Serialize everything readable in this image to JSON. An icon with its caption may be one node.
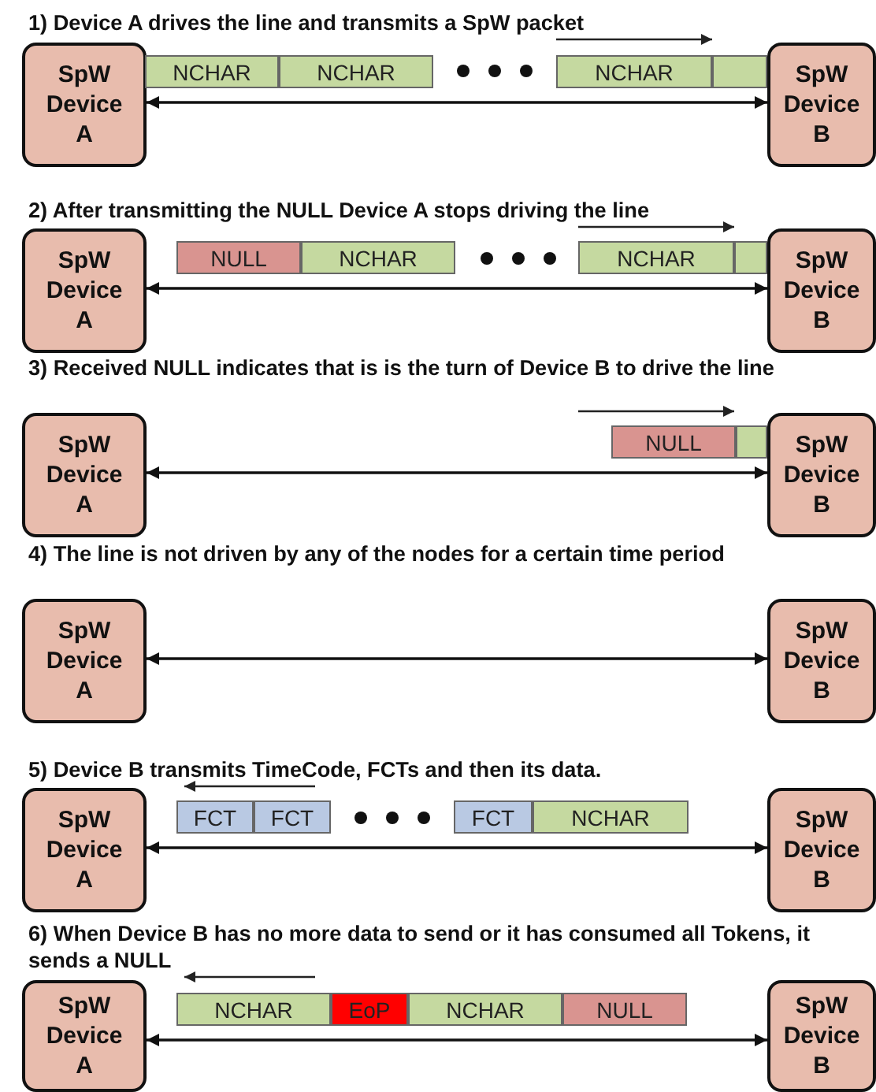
{
  "diagram": {
    "nodes": [
      {
        "text": [
          "SpW Device A"
        ]
      },
      {
        "text": [
          "NCHAR"
        ]
      },
      {
        "text": [
          "NCHAR"
        ]
      },
      {
        "text": [
          "NCHAR"
        ]
      },
      {
        "text": [],
        "shape": "box"
      },
      {
        "text": [
          "SpW Device B"
        ]
      },
      {
        "text": [
          "SpW Device A"
        ]
      },
      {
        "text": [
          "NULL"
        ]
      },
      {
        "text": [
          "NCHAR"
        ]
      },
      {
        "text": [
          "NCHAR"
        ]
      },
      {
        "text": [],
        "shape": "box"
      },
      {
        "text": [
          "SpW Device B"
        ]
      },
      {
        "text": [
          "SpW Device A"
        ]
      },
      {
        "text": [
          "NULL"
        ]
      },
      {
        "text": [],
        "shape": "box"
      },
      {
        "text": [
          "SpW Device B"
        ]
      },
      {
        "text": [
          "SpW Device A"
        ]
      },
      {
        "text": [
          "SpW Device B"
        ]
      },
      {
        "text": [
          "SpW Device A"
        ]
      },
      {
        "text": [
          "FCT"
        ]
      },
      {
        "text": [
          "FCT"
        ]
      },
      {
        "text": [
          "FCT"
        ]
      },
      {
        "text": [
          "NCHAR"
        ]
      },
      {
        "text": [
          "SpW Device B"
        ]
      },
      {
        "text": [
          "SpW Device A"
        ]
      },
      {
        "text": [
          "NCHAR"
        ]
      },
      {
        "text": [
          "EoP"
        ]
      },
      {
        "text": [
          "NCHAR"
        ]
      },
      {
        "text": [
          "NULL"
        ]
      },
      {
        "text": [
          "SpW Device B"
        ]
      }
    ],
    "edges": [
      {
        "from": 0,
        "to": 5,
        "arrow": "both"
      },
      {
        "from": 6,
        "to": 11,
        "arrow": "both"
      },
      {
        "from": 12,
        "to": 15,
        "arrow": "both"
      },
      {
        "from": 16,
        "to": 17,
        "arrow": "both"
      },
      {
        "from": 18,
        "to": 23,
        "arrow": "both"
      },
      {
        "from": 24,
        "to": 29,
        "arrow": "both"
      }
    ],
    "labels": [
      "1) Device A drives the line and transmits a SpW packet",
      "2) After transmitting the NULL Device A stops driving the line",
      "3) Received NULL indicates that is is the turn of Device B to drive the line",
      "4) The line is not driven by any of the nodes for a certain time period",
      "5) Device B transmits TimeCode, FCTs and then its data.",
      "6) When Device B has no more data to send or it has consumed all Tokens, it sends a NULL"
    ]
  }
}
